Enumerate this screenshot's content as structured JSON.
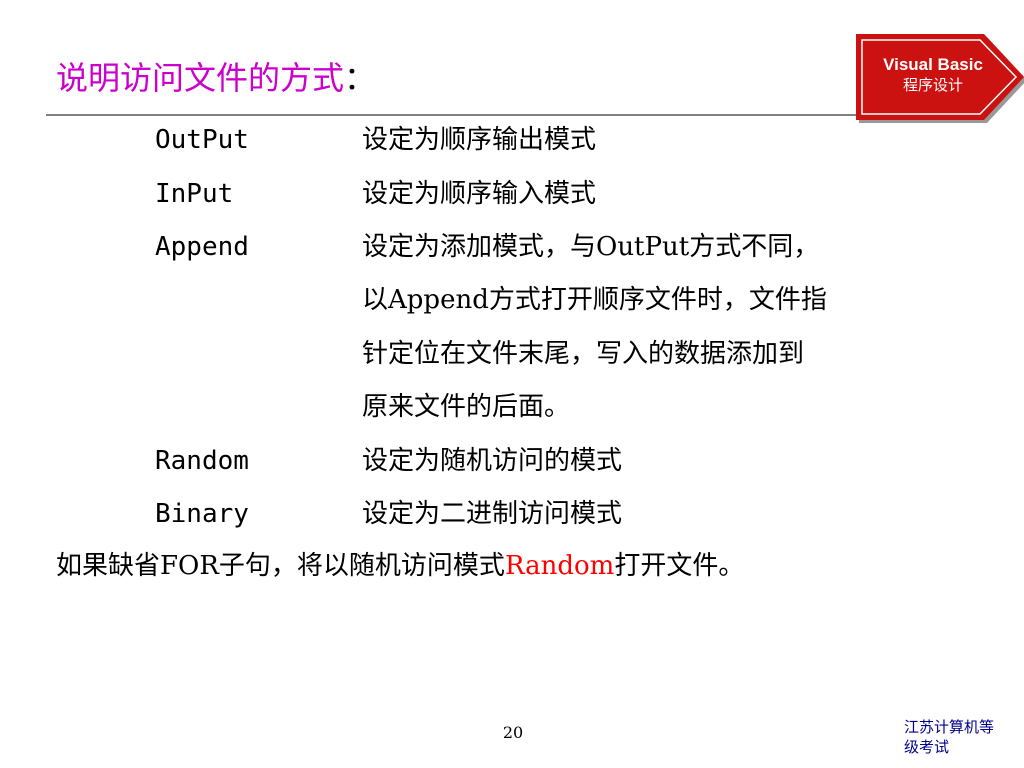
{
  "title": {
    "main": "说明访问文件的方式",
    "colon": "："
  },
  "logo": {
    "line1": "Visual Basic",
    "line2": "程序设计",
    "color": "#cc1111"
  },
  "modes": [
    {
      "keyword": "OutPut",
      "lines": [
        "设定为顺序输出模式"
      ]
    },
    {
      "keyword": "InPut",
      "lines": [
        "设定为顺序输入模式"
      ]
    },
    {
      "keyword": "Append",
      "lines": [
        "设定为添加模式，与OutPut方式不同，",
        "以Append方式打开顺序文件时，文件指",
        "针定位在文件末尾，写入的数据添加到",
        "原来文件的后面。"
      ]
    },
    {
      "keyword": "Random",
      "lines": [
        "设定为随机访问的模式"
      ]
    },
    {
      "keyword": "Binary",
      "lines": [
        "设定为二进制访问模式"
      ]
    }
  ],
  "note": {
    "prefix": "如果缺省FOR子句，将以随机访问模式",
    "highlight": "Random",
    "suffix": "打开文件。"
  },
  "page_number": "20",
  "footer": {
    "line1": "江苏计算机等",
    "line2": "级考试"
  },
  "colors": {
    "title": "#cc00cc",
    "highlight": "#ff0000",
    "footer": "#000088",
    "rule": "#808080"
  }
}
